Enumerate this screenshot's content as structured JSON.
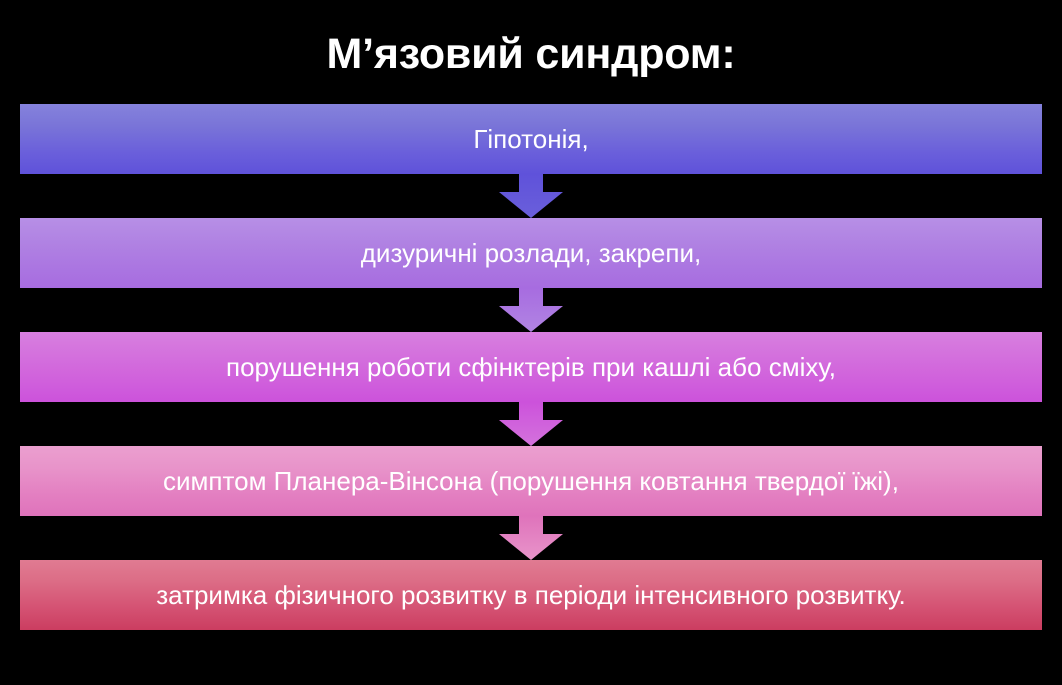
{
  "slide": {
    "title": "М’язовий синдром:",
    "background_color": "#000000",
    "title_color": "#ffffff"
  },
  "flow": {
    "orientation": "vertical",
    "connector_icon": "down-arrow-icon",
    "steps": [
      {
        "index": 1,
        "label": "Гіпотонія,",
        "color_top": "#8582dc",
        "color_bottom": "#5f52da",
        "text_color": "#ffffff"
      },
      {
        "index": 2,
        "label": "дизуричні розлади, закрепи,",
        "color_top": "#b78fe6",
        "color_bottom": "#a76ce0",
        "text_color": "#ffffff"
      },
      {
        "index": 3,
        "label": "порушення роботи сфінктерів при кашлі або сміху,",
        "color_top": "#d87fe0",
        "color_bottom": "#cc52db",
        "text_color": "#ffffff"
      },
      {
        "index": 4,
        "label": "симптом Планера-Вінсона (порушення ковтання твердої їжі),",
        "color_top": "#eb9fcf",
        "color_bottom": "#df73bb",
        "text_color": "#ffffff"
      },
      {
        "index": 5,
        "label": "затримка фізичного розвитку в періоди інтенсивного розвитку.",
        "color_top": "#e07b92",
        "color_bottom": "#cb3d60",
        "text_color": "#ffffff"
      }
    ]
  }
}
